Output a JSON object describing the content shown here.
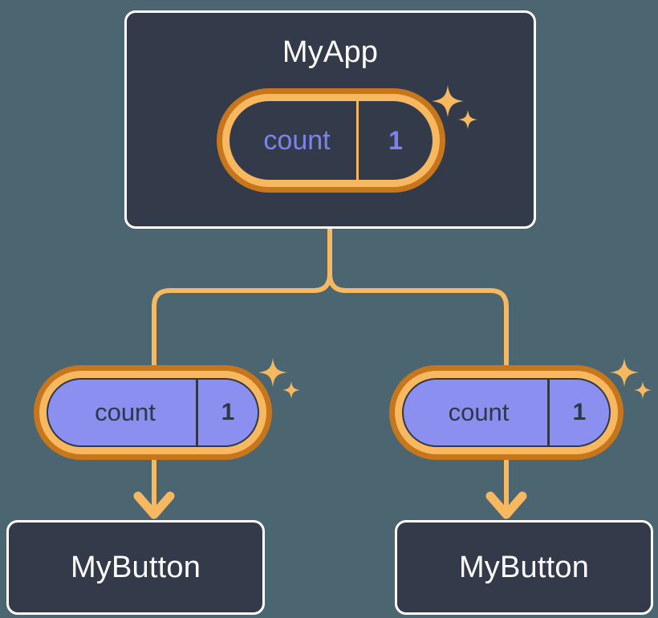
{
  "diagram": {
    "type": "component-tree",
    "background_color": "#4b6670",
    "accent_color": "#f7b860",
    "accent_dark_color": "#c8761c",
    "state_fill_color": "#8b90f0",
    "box_fill_color": "#333b4a",
    "box_border_color": "#ffffff"
  },
  "root": {
    "title": "MyApp",
    "state": {
      "key": "count",
      "value": "1",
      "style": "dark"
    },
    "sparkle_icon": "sparkles-icon"
  },
  "branches": [
    {
      "state": {
        "key": "count",
        "value": "1",
        "style": "purple"
      },
      "sparkle_icon": "sparkles-icon",
      "child": {
        "title": "MyButton"
      }
    },
    {
      "state": {
        "key": "count",
        "value": "1",
        "style": "purple"
      },
      "sparkle_icon": "sparkles-icon",
      "child": {
        "title": "MyButton"
      }
    }
  ],
  "connectors": {
    "stroke_color": "#f7b860",
    "stroke_width": 6,
    "arrow_icon": "down-arrow-icon"
  }
}
